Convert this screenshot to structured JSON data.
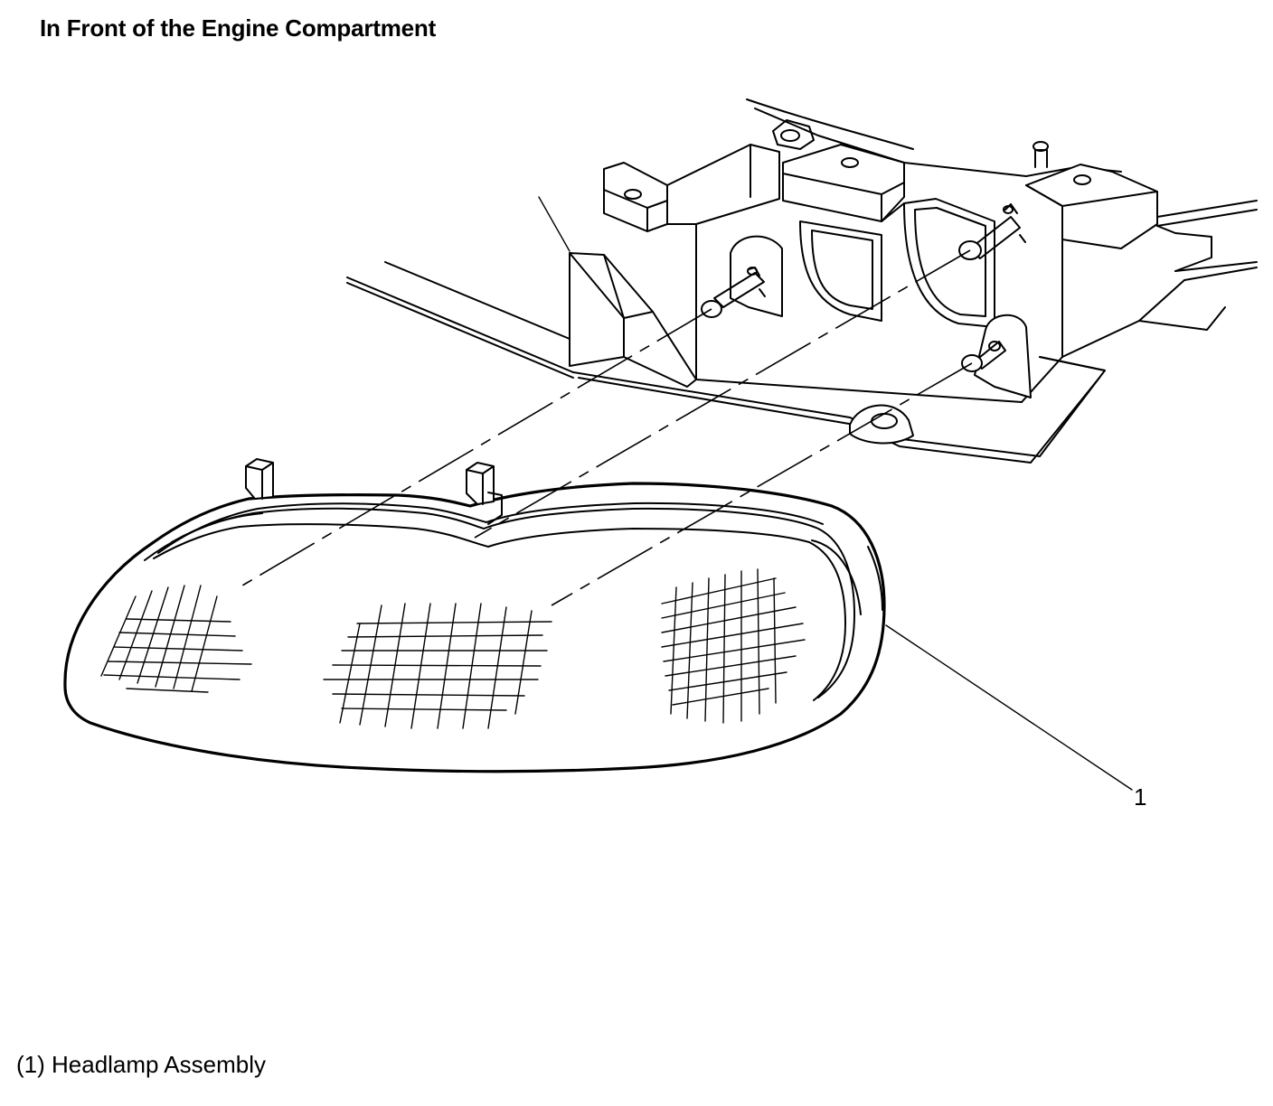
{
  "header": {
    "title": "In Front of the Engine Compartment"
  },
  "callouts": [
    {
      "number": "1"
    }
  ],
  "legend": {
    "items": [
      {
        "text": "(1) Headlamp Assembly"
      }
    ]
  }
}
